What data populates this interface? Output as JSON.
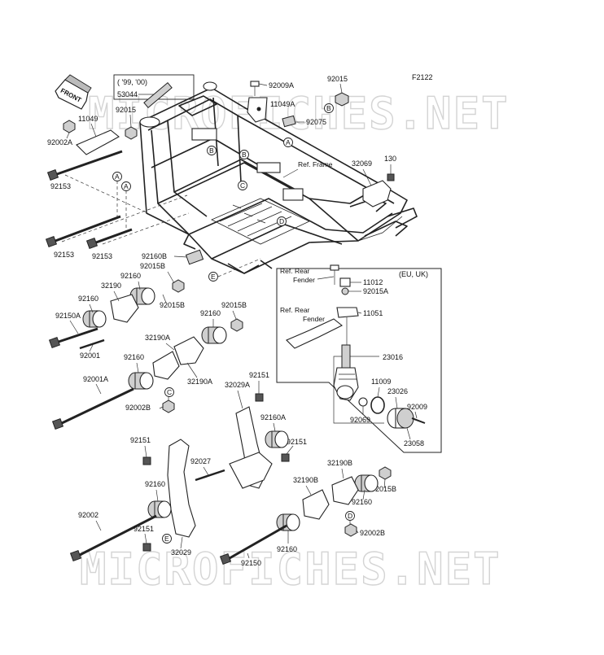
{
  "diagram_code": "F2122",
  "front_label": "FRONT",
  "watermark": "MICROFICHES.NET",
  "year_note": "( '99, '00)",
  "region_note": "(EU, UK)",
  "refs": {
    "frame": "Ref. Frame",
    "rear_fender_1_line1": "Ref. Rear",
    "rear_fender_1_line2": "Fender",
    "rear_fender_2_line1": "Ref. Rear",
    "rear_fender_2_line2": "Fender"
  },
  "circle_letters": {
    "a": "A",
    "b": "B",
    "c": "C",
    "d": "D",
    "e": "E"
  },
  "parts": {
    "p53044": "53044",
    "p92009A": "92009A",
    "p92015_top": "92015",
    "p11049A": "11049A",
    "p92075": "92075",
    "p92015_left": "92015",
    "p11049": "11049",
    "p92002A": "92002A",
    "p92153_a": "92153",
    "p92153_b": "92153",
    "p92153_c": "92153",
    "p32069": "32069",
    "p130": "130",
    "p92160B": "92160B",
    "p92015B_a": "92015B",
    "p92160_a": "92160",
    "p32190": "32190",
    "p92160_b": "92160",
    "p92015B_b": "92015B",
    "p92150A": "92150A",
    "p92001": "92001",
    "p92160_c": "92160",
    "p92015B_c": "92015B",
    "p32190A_a": "32190A",
    "p92160_d": "92160",
    "p32190A_b": "32190A",
    "p92001A": "92001A",
    "p92002B_a": "92002B",
    "p32029A": "32029A",
    "p92151_a": "92151",
    "p92160A": "92160A",
    "p92151_b": "92151",
    "p92151_c": "92151",
    "p92027": "92027",
    "p32190B_a": "32190B",
    "p92015B_d": "92015B",
    "p32190B_b": "32190B",
    "p92160_e": "92160",
    "p92160_f": "92160",
    "p92002": "92002",
    "p92151_d": "92151",
    "p32029": "32029",
    "p92150": "92150",
    "p92160_g": "92160",
    "p92002B_b": "92002B",
    "p11012": "11012",
    "p92015A": "92015A",
    "p11051": "11051",
    "p23016": "23016",
    "p11009": "11009",
    "p23026": "23026",
    "p92009": "92009",
    "p92069": "92069",
    "p23058": "23058"
  }
}
